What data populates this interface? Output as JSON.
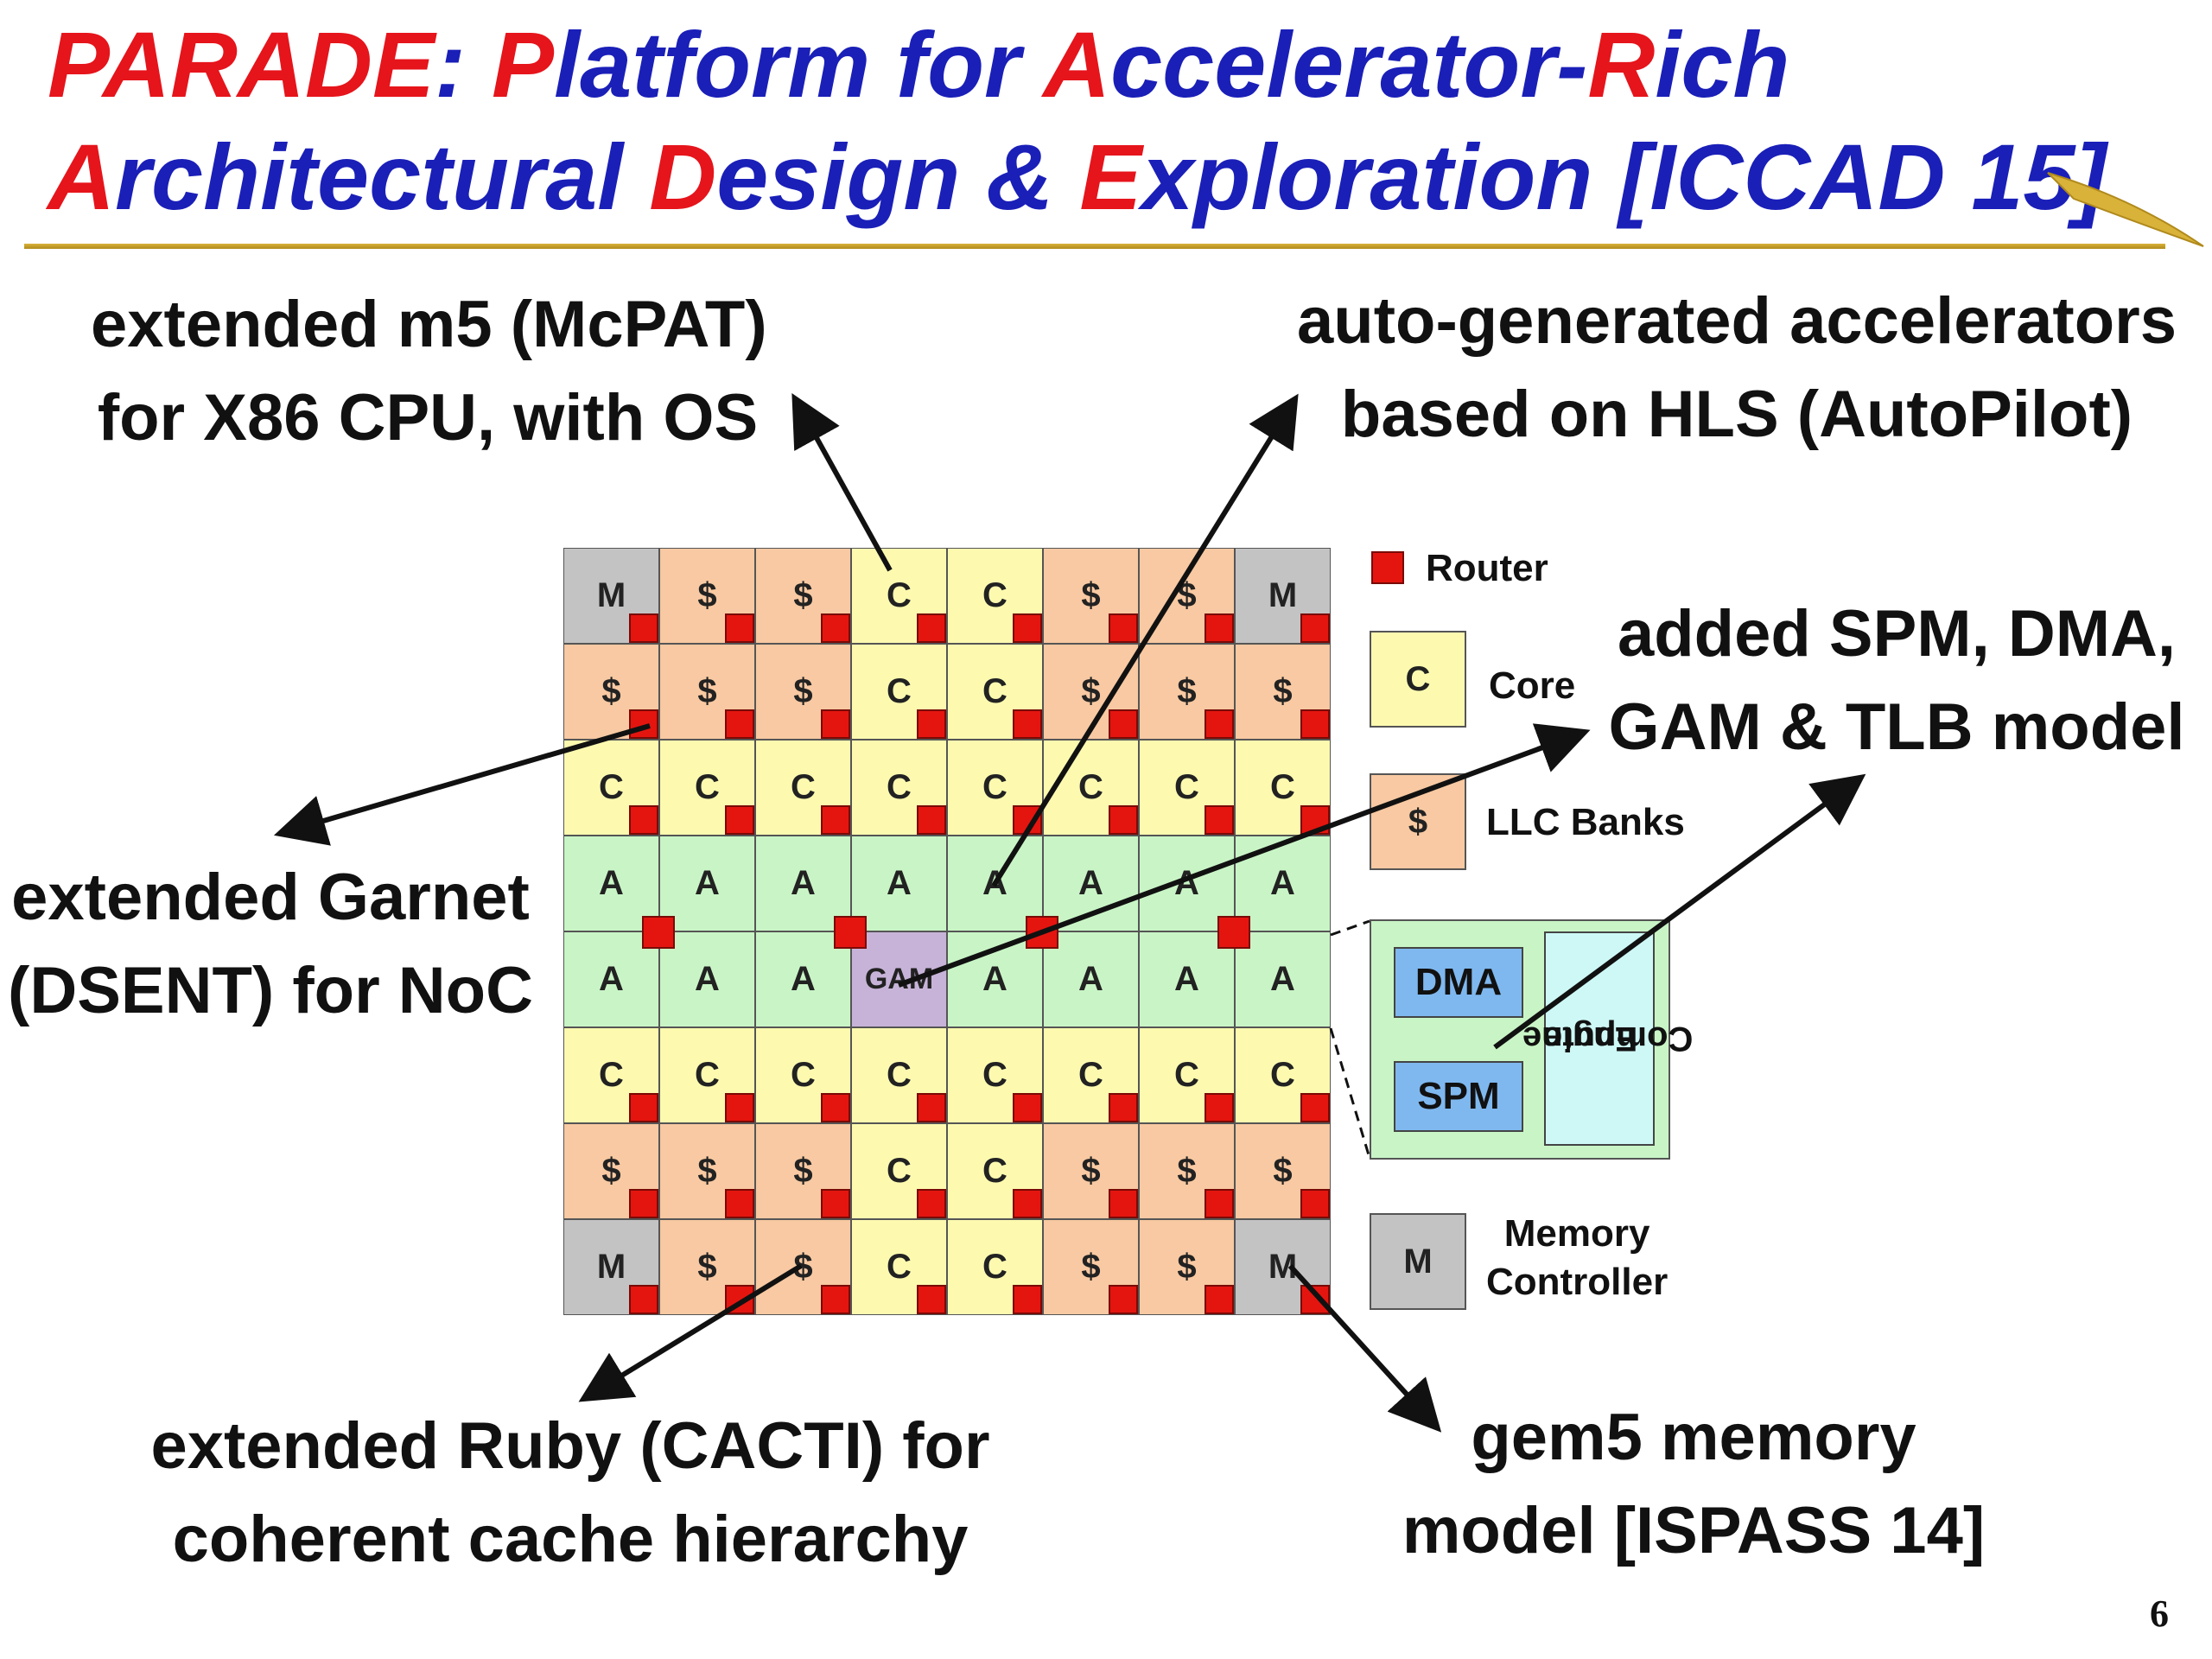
{
  "title": {
    "line1": [
      {
        "t": "PARADE",
        "hl": true
      },
      {
        "t": ": ",
        "hl": false
      },
      {
        "t": "P",
        "hl": true
      },
      {
        "t": "latform for ",
        "hl": false
      },
      {
        "t": "A",
        "hl": true
      },
      {
        "t": "ccelerator-",
        "hl": false
      },
      {
        "t": "R",
        "hl": true
      },
      {
        "t": "ich",
        "hl": false
      }
    ],
    "line2": [
      {
        "t": "A",
        "hl": true
      },
      {
        "t": "rchitectural ",
        "hl": false
      },
      {
        "t": "D",
        "hl": true
      },
      {
        "t": "esign & ",
        "hl": false
      },
      {
        "t": "E",
        "hl": true
      },
      {
        "t": "xploration [ICCAD 15]",
        "hl": false
      }
    ]
  },
  "colors": {
    "title_blue": "#1a1fb8",
    "title_red": "#e6141b",
    "core": "#fdfab0",
    "llc": "#f8c9a2",
    "accel": "#c9f5c6",
    "memctrl": "#c3c3c3",
    "gam": "#c7b3d8",
    "router": "#e4150f",
    "dma_spm": "#7fb8ef",
    "compute_engine": "#cdf8f6"
  },
  "annotations": {
    "m5": [
      "extended m5 (McPAT)",
      "for X86 CPU, with OS"
    ],
    "hls": [
      "auto-generated accelerators",
      "based on HLS (AutoPilot)"
    ],
    "spm": [
      "added SPM, DMA,",
      "GAM & TLB model"
    ],
    "garnet": [
      "extended Garnet",
      "(DSENT) for NoC"
    ],
    "ruby": [
      "extended Ruby (CACTI) for",
      "coherent cache hierarchy"
    ],
    "gem5mem": [
      "gem5 memory",
      "model [ISPASS 14]"
    ]
  },
  "grid": {
    "rows": [
      [
        "M",
        "$",
        "$",
        "C",
        "C",
        "$",
        "$",
        "M"
      ],
      [
        "$",
        "$",
        "$",
        "C",
        "C",
        "$",
        "$",
        "$"
      ],
      [
        "C",
        "C",
        "C",
        "C",
        "C",
        "C",
        "C",
        "C"
      ],
      [
        "A",
        "A",
        "A",
        "A",
        "A",
        "A",
        "A",
        "A"
      ],
      [
        "A",
        "A",
        "A",
        "GAM",
        "A",
        "A",
        "A",
        "A"
      ],
      [
        "C",
        "C",
        "C",
        "C",
        "C",
        "C",
        "C",
        "C"
      ],
      [
        "$",
        "$",
        "$",
        "C",
        "C",
        "$",
        "$",
        "$"
      ],
      [
        "M",
        "$",
        "$",
        "C",
        "C",
        "$",
        "$",
        "M"
      ]
    ]
  },
  "legend": {
    "router": "Router",
    "core_symbol": "C",
    "core": "Core",
    "llc_symbol": "$",
    "llc": "LLC Banks",
    "mem_symbol": "M",
    "mem": [
      "Memory",
      "Controller"
    ]
  },
  "zoom": {
    "dma": "DMA",
    "spm": "SPM",
    "compute": [
      "Compute",
      "Engine"
    ]
  },
  "page_number": "6"
}
